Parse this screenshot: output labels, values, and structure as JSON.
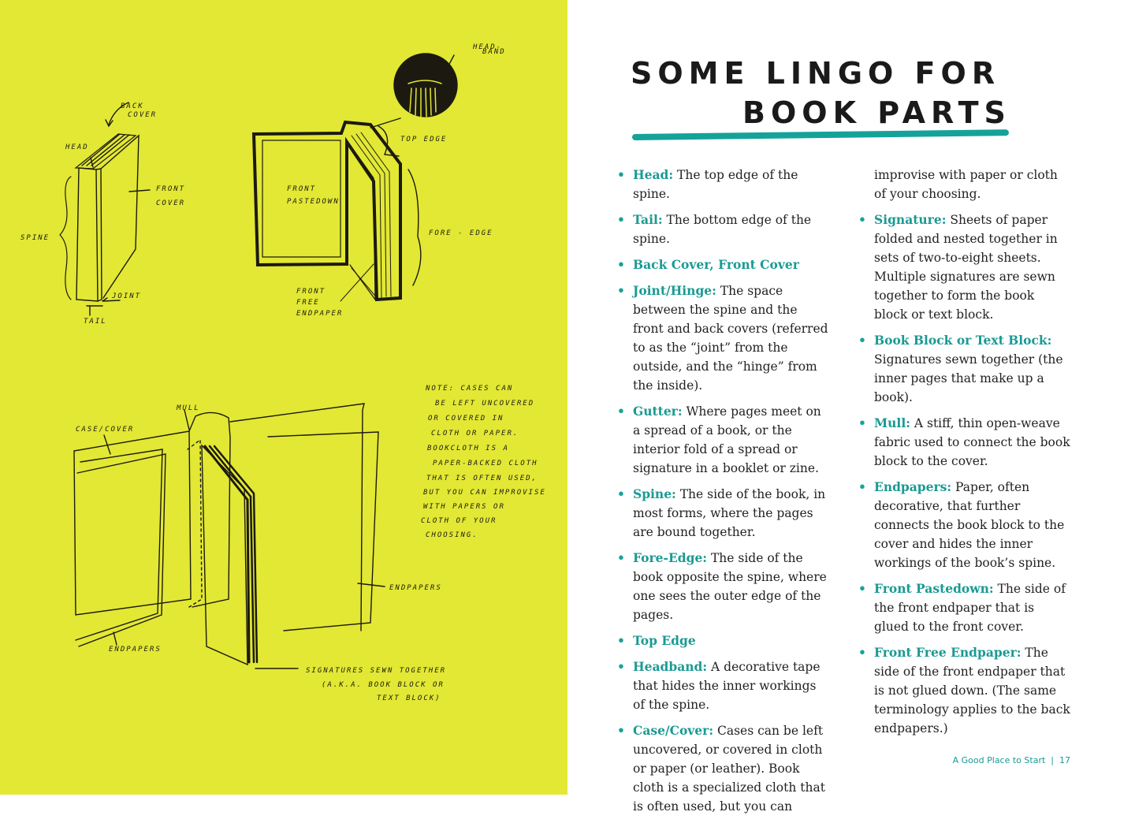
{
  "left_page": {
    "background": "#e2e834",
    "diagram1": {
      "labels": {
        "back_cover": [
          "BACK",
          "COVER"
        ],
        "head": "HEAD",
        "front_cover": [
          "FRONT",
          "COVER"
        ],
        "spine": "SPINE",
        "joint": "JOINT",
        "tail": "TAIL"
      }
    },
    "diagram2": {
      "labels": {
        "headband": [
          "HEAD-",
          "BAND"
        ],
        "top_edge": "TOP EDGE",
        "front_pastedown": [
          "FRONT",
          "PASTEDOWN"
        ],
        "fore_edge": "FORE - EDGE",
        "front_free_endpaper": [
          "FRONT",
          "FREE",
          "ENDPAPER"
        ]
      }
    },
    "diagram3": {
      "labels": {
        "case_cover": "CASE/COVER",
        "mull": "MULL",
        "endpapers_left": "ENDPAPERS",
        "endpapers_right": "ENDPAPERS",
        "signatures": [
          "SIGNATURES SEWN TOGETHER",
          "(A.K.A. BOOK BLOCK OR",
          "TEXT BLOCK)"
        ]
      },
      "note": [
        "NOTE: CASES CAN",
        "BE LEFT UNCOVERED",
        "OR COVERED IN",
        "CLOTH OR PAPER.",
        "BOOKCLOTH IS A",
        "PAPER-BACKED CLOTH",
        "THAT IS OFTEN USED,",
        "BUT YOU CAN IMPROVISE",
        "WITH PAPERS OR",
        "CLOTH OF YOUR",
        "CHOOSING."
      ]
    }
  },
  "right_page": {
    "title_line1": "SOME LINGO FOR",
    "title_line2": "BOOK PARTS",
    "accent_color": "#15a29a",
    "column1": [
      {
        "term": "Head:",
        "definition": " The top edge of the spine."
      },
      {
        "term": "Tail:",
        "definition": " The bottom edge of the spine."
      },
      {
        "term": "Back Cover, Front Cover",
        "definition": ""
      },
      {
        "term": "Joint/Hinge:",
        "definition": " The space between the spine and the front and back covers (referred to as the “joint” from the outside, and the “hinge” from the inside)."
      },
      {
        "term": "Gutter:",
        "definition": " Where pages meet on a spread of a book, or the interior fold of a spread or signature in a booklet or zine."
      },
      {
        "term": "Spine:",
        "definition": " The side of the book, in most forms, where the pages are bound together."
      },
      {
        "term": "Fore-Edge:",
        "definition": " The side of the book opposite the spine, where one sees the outer edge of the pages."
      },
      {
        "term": "Top Edge",
        "definition": ""
      },
      {
        "term": "Headband:",
        "definition": " A decorative tape that hides the inner workings of the spine."
      },
      {
        "term": "Case/Cover:",
        "definition": " Cases can be left uncovered, or covered in cloth or paper (or leather). Book cloth is a specialized cloth that is often used, but you can"
      }
    ],
    "column2_continuation": "improvise with paper or cloth of your choosing.",
    "column2": [
      {
        "term": "Signature:",
        "definition": " Sheets of paper folded and nested together in sets of two-to-eight sheets. Multiple signatures are sewn together to form the book block or text block."
      },
      {
        "term": "Book Block or Text Block:",
        "definition": " Signatures sewn together (the inner pages that make up a book)."
      },
      {
        "term": "Mull:",
        "definition": " A stiff, thin open-weave fabric used to connect the book block to the cover."
      },
      {
        "term": "Endpapers:",
        "definition": " Paper, often decorative, that further connects the book block to the cover and hides the inner workings of the book’s spine."
      },
      {
        "term": "Front Pastedown:",
        "definition": " The side of the front endpaper that is glued to the front cover."
      },
      {
        "term": "Front Free Endpaper:",
        "definition": " The side of the front endpaper that is not glued down. (The same terminology applies to the back endpapers.)"
      }
    ],
    "footer": {
      "section": "A Good Place to Start",
      "separator": "|",
      "page_number": "17"
    }
  }
}
